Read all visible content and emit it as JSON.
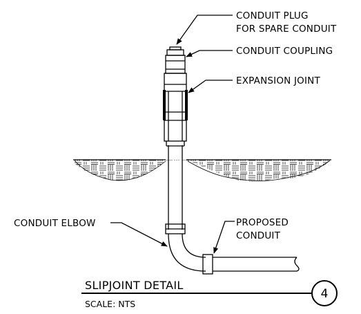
{
  "labels": {
    "plug_line1": "CONDUIT PLUG",
    "plug_line2": "FOR SPARE CONDUIT",
    "coupling": "CONDUIT COUPLING",
    "expansion": "EXPANSION JOINT",
    "elbow": "CONDUIT ELBOW",
    "proposed_line1": "PROPOSED",
    "proposed_line2": "CONDUIT"
  },
  "title_block": {
    "title": "SLIPJOINT DETAIL",
    "scale": "SCALE: NTS",
    "detail_number": "4"
  }
}
